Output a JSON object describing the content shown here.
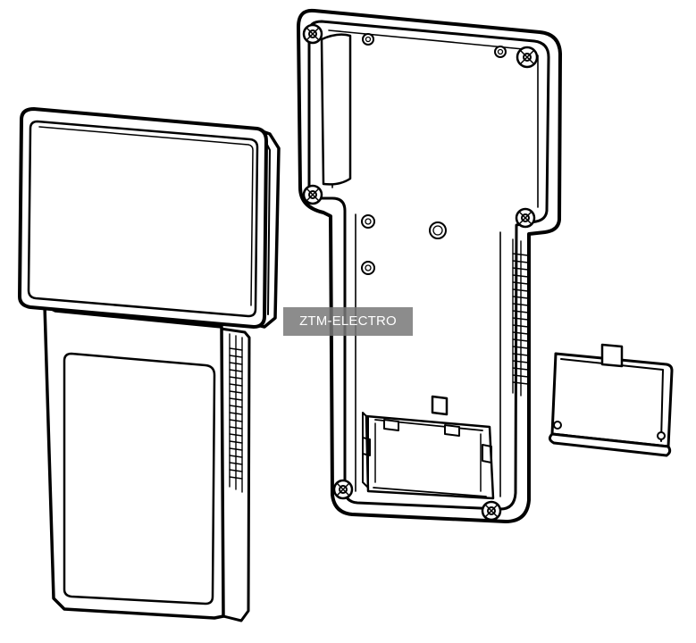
{
  "watermark": {
    "text": "ZTM-ELECTRO"
  },
  "colors": {
    "line": "#000000",
    "background": "#ffffff",
    "watermark_bg": "#787878",
    "watermark_text": "#ffffff"
  },
  "parts": [
    {
      "name": "enclosure-front-cover"
    },
    {
      "name": "enclosure-rear-housing"
    },
    {
      "name": "battery-compartment-lid"
    }
  ]
}
